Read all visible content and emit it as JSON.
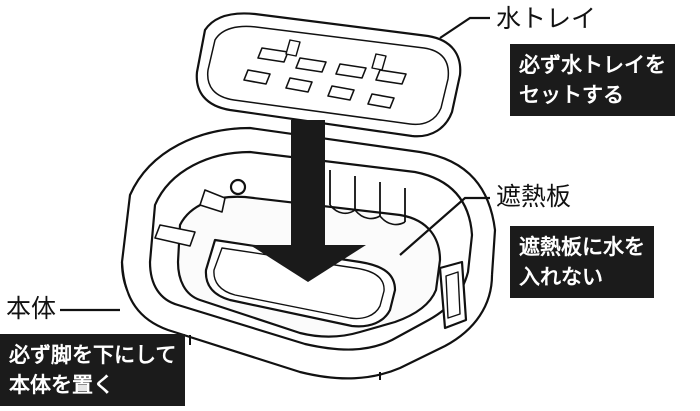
{
  "callouts": {
    "water_tray": {
      "title": "水トレイ",
      "note": [
        "必ず水トレイを",
        "セットする"
      ]
    },
    "heat_shield": {
      "title": "遮熱板",
      "note": [
        "遮熱板に水を",
        "入れない"
      ]
    },
    "body": {
      "title": "本体",
      "note": [
        "必ず脚を下にして",
        "本体を置く"
      ]
    }
  },
  "colors": {
    "line": "#111111",
    "note_bg": "#1b1b1b",
    "note_text": "#ffffff",
    "background": "#ffffff",
    "arrow": "#1a1a1a"
  }
}
